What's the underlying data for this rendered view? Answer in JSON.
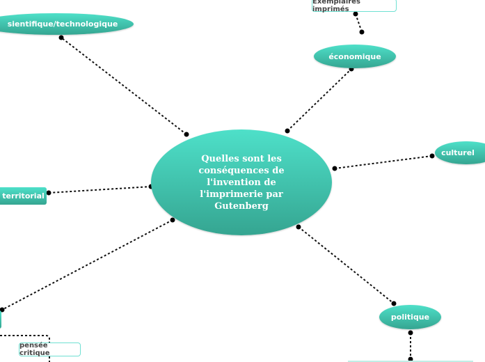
{
  "central": {
    "label": "Quelles sont les conséquences de l'invention de l'imprimerie par Gutenberg"
  },
  "nodes": {
    "scientifique": "sientifique/technologique",
    "economique": "économique",
    "exemplaires": "Exemplaires imprimés",
    "culturel": "culturel",
    "territorial": "territorial",
    "politique": "politique",
    "pensee": "pensée critique"
  },
  "colors": {
    "node": "#3cc4ae",
    "tag_border": "#6fe0d2"
  }
}
